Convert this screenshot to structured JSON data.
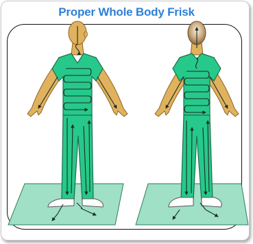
{
  "title": "Proper Whole Body Frisk",
  "figures": [
    {
      "name": "front-view",
      "view": "front"
    },
    {
      "name": "back-view",
      "view": "back"
    }
  ],
  "colors": {
    "title": "#2f7fd6",
    "scrubs": "#27c98a",
    "scrubs_outline": "#1a6e4e",
    "skin": "#e0b25e",
    "skin_outline": "#8a6320",
    "mat": "#9fe0c6",
    "mat_outline": "#2d7b5a",
    "shoe": "#ffffff",
    "arrow": "#1a2a22",
    "frame": "#111111"
  }
}
